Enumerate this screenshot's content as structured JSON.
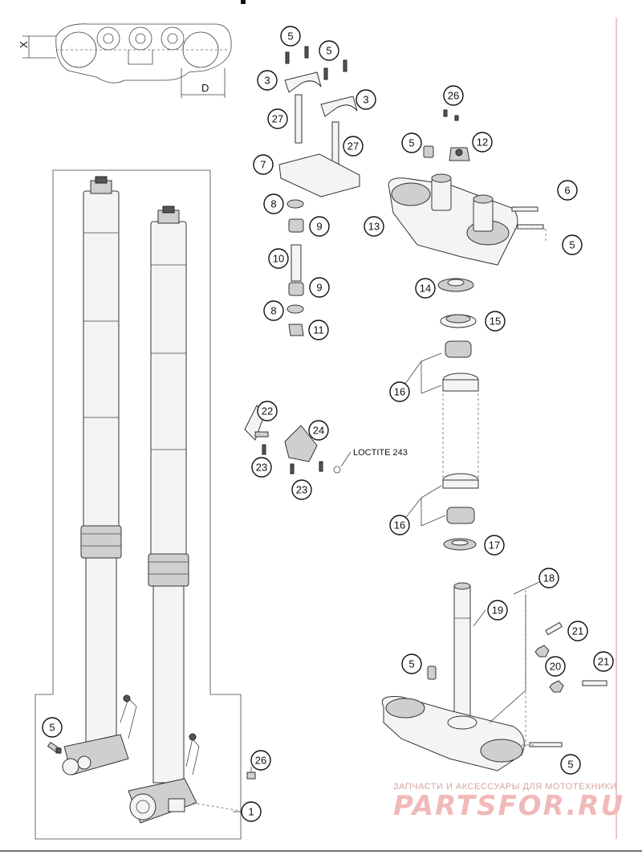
{
  "callouts": [
    "5",
    "5",
    "3",
    "3",
    "27",
    "27",
    "7",
    "8",
    "9",
    "10",
    "9",
    "8",
    "11",
    "26",
    "5",
    "12",
    "6",
    "13",
    "5",
    "14",
    "15",
    "16",
    "16",
    "17",
    "22",
    "24",
    "23",
    "23",
    "18",
    "19",
    "21",
    "5",
    "20",
    "21",
    "5",
    "26",
    "1",
    "5"
  ],
  "dimensions": {
    "x_label": "X",
    "d_label": "D"
  },
  "note": "LOCTITE 243",
  "watermark": {
    "top": "ЗАПЧАСТИ И АКСЕССУАРЫ ДЛЯ МОТОТЕХНИКИ",
    "brand": "PARTSFOR.RU"
  },
  "colors": {
    "frame_right_line": "#e4a0a0",
    "watermark": "#f1b9b9"
  }
}
